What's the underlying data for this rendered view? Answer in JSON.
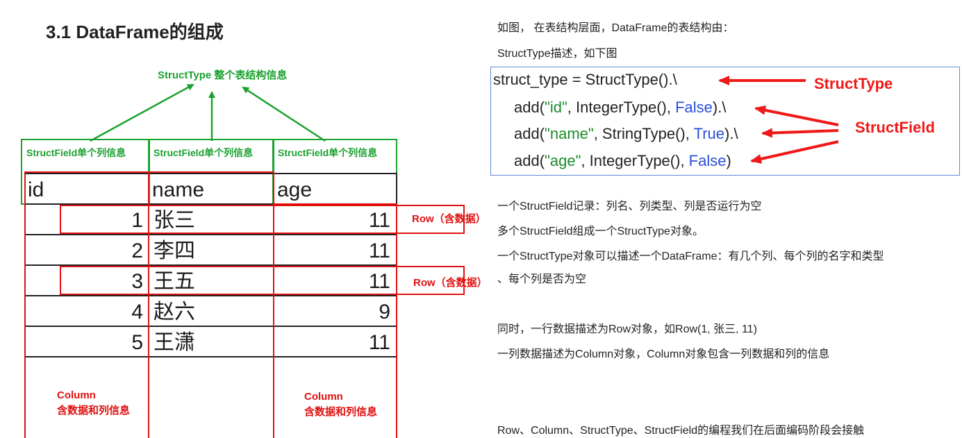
{
  "heading": "3.1 DataFrame的组成",
  "diagram": {
    "struct_type_label": "StructType 整个表结构信息",
    "struct_field_labels": [
      "StructField单个列信息",
      "StructField单个列信息",
      "StructField单个列信息"
    ],
    "headers": [
      "id",
      "name",
      "age"
    ],
    "rows": [
      {
        "id": "1",
        "name": "张三",
        "age": "11"
      },
      {
        "id": "2",
        "name": "李四",
        "age": "11"
      },
      {
        "id": "3",
        "name": "王五",
        "age": "11"
      },
      {
        "id": "4",
        "name": "赵六",
        "age": "9"
      },
      {
        "id": "5",
        "name": "王潇",
        "age": "11"
      }
    ],
    "row_labels": [
      "Row（含数据）",
      "Row（含数据）"
    ],
    "column_label_title": "Column",
    "column_label_sub": "含数据和列信息",
    "colors": {
      "green": "#1aa12e",
      "red": "#e01010",
      "blue": "#5b8bd0"
    }
  },
  "text": {
    "p1": "如图， 在表结构层面，DataFrame的表结构由：",
    "p2": "StructType描述，如下图",
    "p3": "一个StructField记录：列名、列类型、列是否运行为空",
    "p4": "多个StructField组成一个StructType对象。",
    "p5": "一个StructType对象可以描述一个DataFrame：有几个列、每个列的名字和类型",
    "p6": "、每个列是否为空",
    "p7": "同时，一行数据描述为Row对象，如Row(1, 张三, 11)",
    "p8": "一列数据描述为Column对象，Column对象包含一列数据和列的信息",
    "p9": "Row、Column、StructType、StructField的编程我们在后面编码阶段会接触"
  },
  "code": {
    "l1": "struct_type = StructType().\\",
    "l2_pre": "add(",
    "l2_str": "\"id\"",
    "l2_mid": ", IntegerType(), ",
    "l2_kw": "False",
    "l2_post": ").\\",
    "l3_pre": "add(",
    "l3_str": "\"name\"",
    "l3_mid": ", StringType(), ",
    "l3_kw": "True",
    "l3_post": ").\\",
    "l4_pre": "add(",
    "l4_str": "\"age\"",
    "l4_mid": ", IntegerType(), ",
    "l4_kw": "False",
    "l4_post": ")",
    "annot_struct_type": "StructType",
    "annot_struct_field": "StructField"
  }
}
